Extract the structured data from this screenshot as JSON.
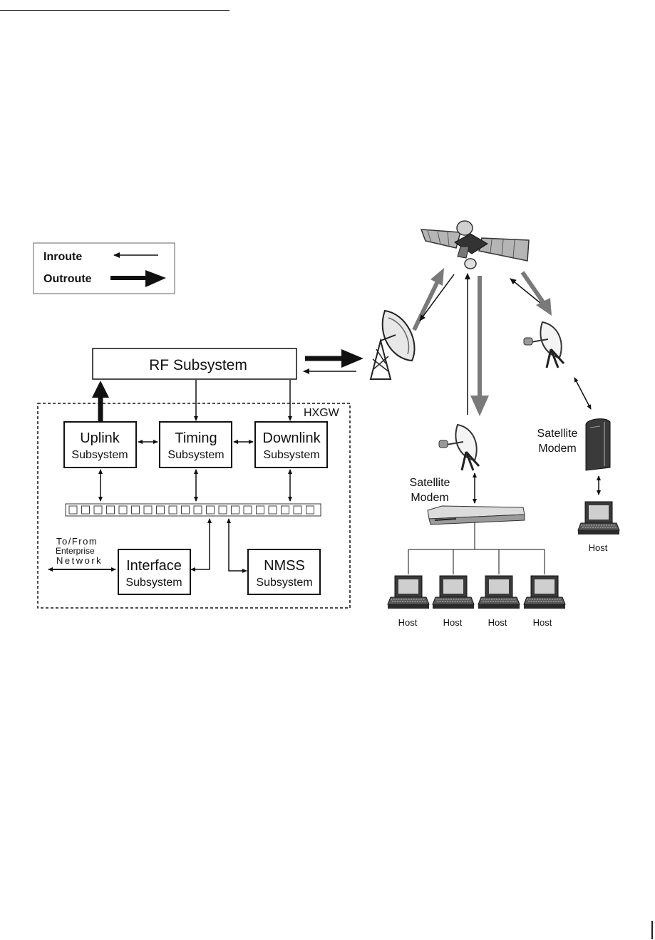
{
  "legend": {
    "inroute": "Inroute",
    "outroute": "Outroute"
  },
  "gateway": {
    "rf_subsystem": "RF Subsystem",
    "hxgw_label": "HXGW",
    "uplink": [
      "Uplink",
      "Subsystem"
    ],
    "timing": [
      "Timing",
      "Subsystem"
    ],
    "downlink": [
      "Downlink",
      "Subsystem"
    ],
    "interface": [
      "Interface",
      "Subsystem"
    ],
    "nmss": [
      "NMSS",
      "Subsystem"
    ],
    "enterprise": [
      "To/From",
      "Enterprise",
      "Network"
    ]
  },
  "remote": {
    "modem_left": [
      "Satellite",
      "Modem"
    ],
    "modem_right": [
      "Satellite",
      "Modem"
    ],
    "host_labels": [
      "Host",
      "Host",
      "Host",
      "Host"
    ],
    "host_right": "Host"
  },
  "colors": {
    "outline": "#111111",
    "gray_arrow": "#7a7a7a",
    "equipment": "#4a4a4a",
    "screen": "#d8d8d8"
  }
}
